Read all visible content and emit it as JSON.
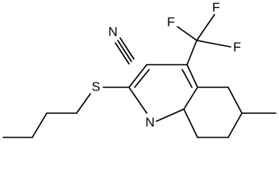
{
  "molecule": {
    "atoms": {
      "nitrile_N": "N",
      "F_left": "F",
      "F_top": "F",
      "F_right": "F",
      "S": "S",
      "ring_N": "N"
    }
  }
}
